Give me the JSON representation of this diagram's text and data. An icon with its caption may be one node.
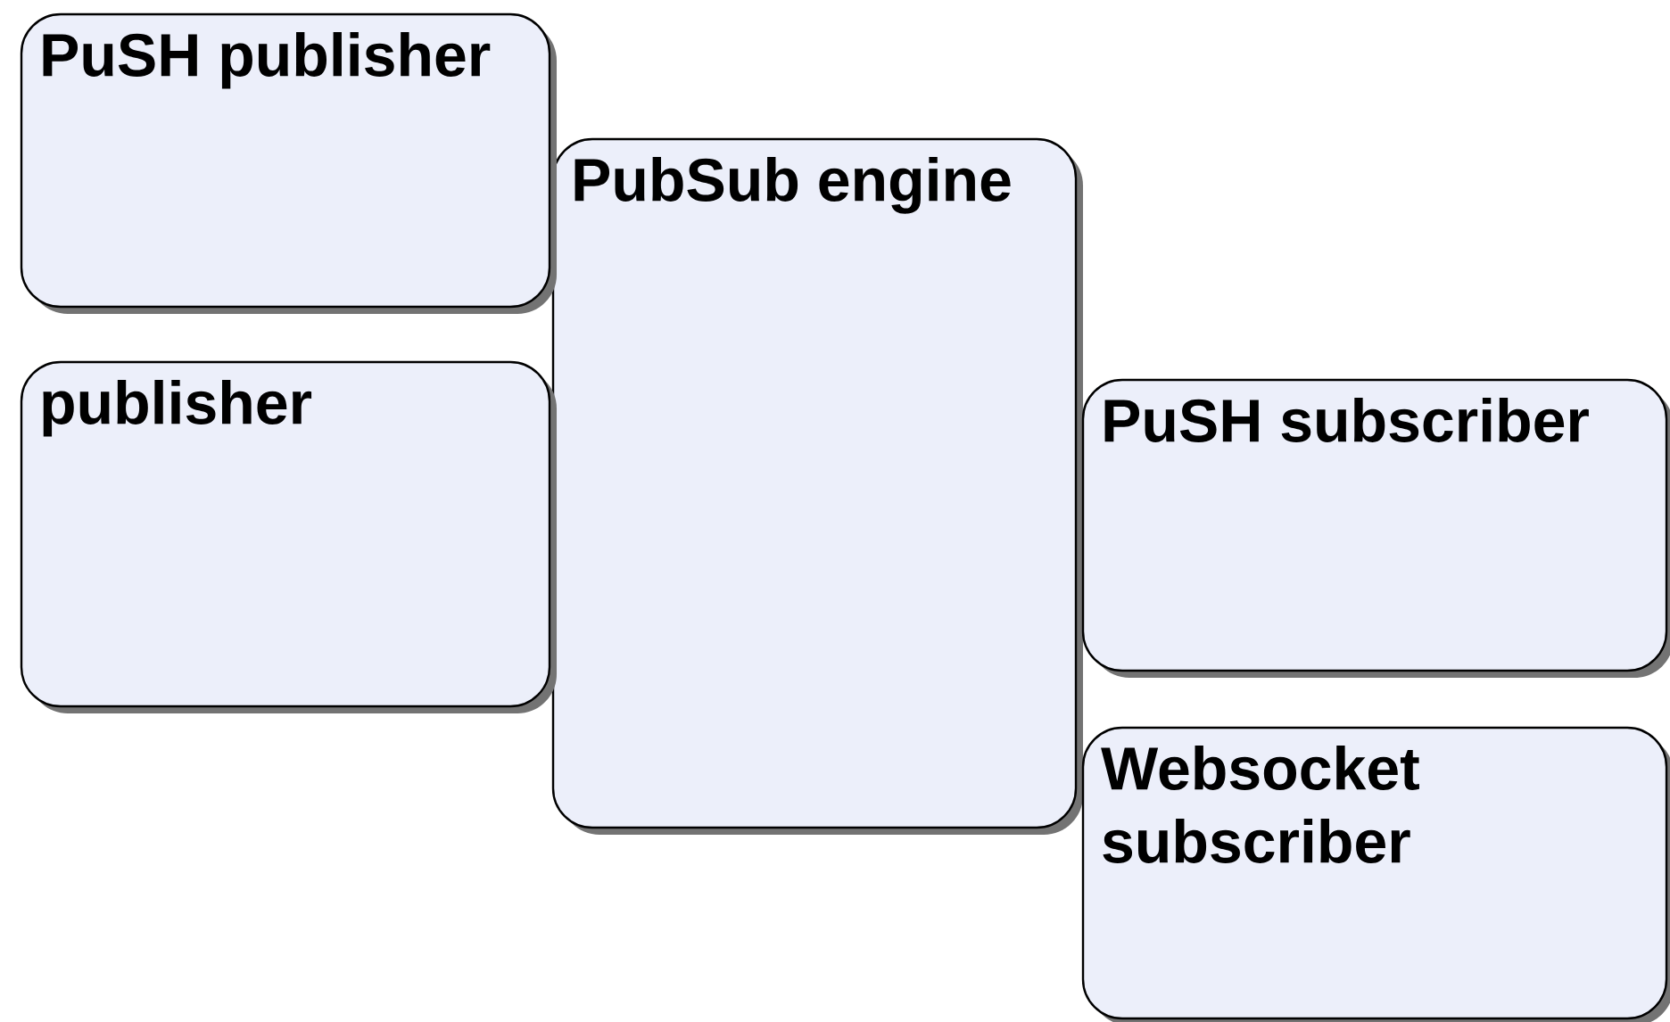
{
  "diagram": {
    "nodes": [
      {
        "text": [
          "PuSH publisher"
        ]
      },
      {
        "text": [
          "PubSub engine"
        ]
      },
      {
        "text": [
          "publisher"
        ]
      },
      {
        "text": [
          "PuSH subscriber"
        ]
      },
      {
        "text": [
          "Websocket subscriber"
        ]
      }
    ]
  }
}
